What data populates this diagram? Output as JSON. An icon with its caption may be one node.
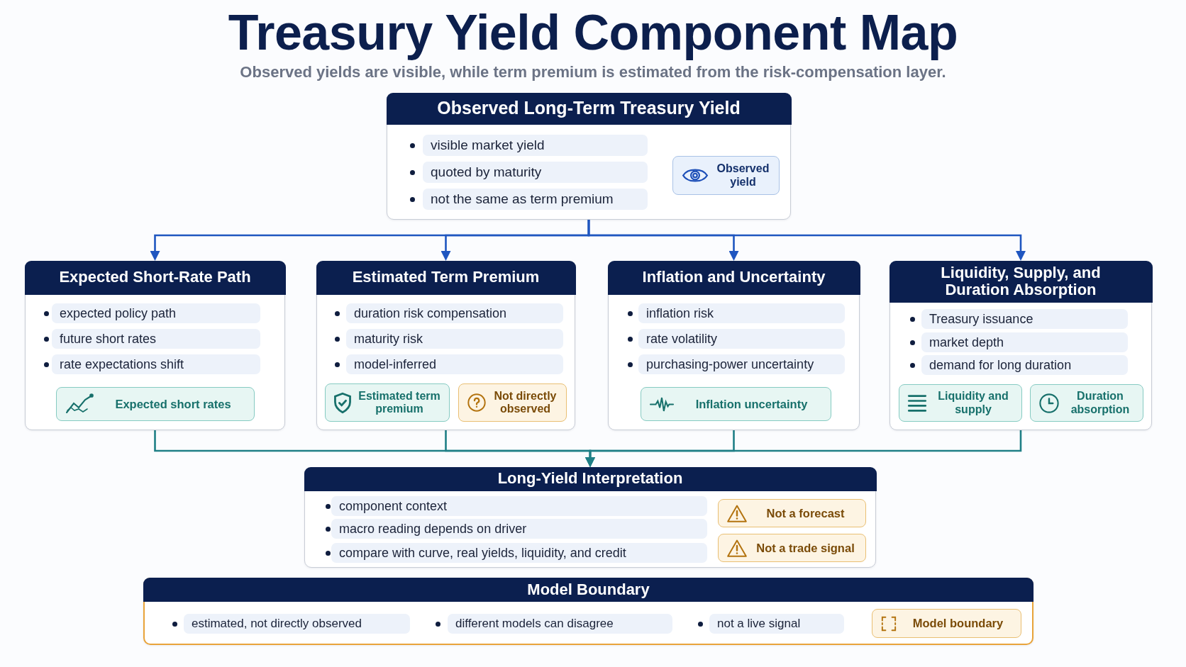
{
  "diagram": {
    "title": "Treasury Yield Component Map",
    "nodes": [
      {
        "text": [
          "Observed Long-Term Treasury Yield",
          "visible market yield",
          "quoted by maturity",
          "not the same as term premium"
        ]
      },
      {
        "text": [
          "Observed yield"
        ],
        "in": 0
      },
      {
        "text": [
          "Expected Short-Rate Path",
          "expected policy path",
          "future short rates",
          "rate expectations shift"
        ]
      },
      {
        "text": [
          "Expected short rates"
        ],
        "in": 2
      },
      {
        "text": [
          "Estimated Term Premium",
          "duration risk compensation",
          "maturity risk",
          "model-inferred"
        ]
      },
      {
        "text": [
          "Estimated term premium"
        ],
        "in": 4
      },
      {
        "text": [
          "Not directly observed"
        ],
        "in": 4
      },
      {
        "text": [
          "Inflation and Uncertainty",
          "inflation risk",
          "rate volatility",
          "purchasing-power uncertainty"
        ]
      },
      {
        "text": [
          "Inflation uncertainty"
        ],
        "in": 7
      },
      {
        "text": [
          "Liquidity, Supply, and Duration Absorption",
          "Treasury issuance",
          "market depth",
          "demand for long duration"
        ]
      },
      {
        "text": [
          "Liquidity and supply"
        ],
        "in": 9
      },
      {
        "text": [
          "Duration absorption"
        ],
        "in": 9
      },
      {
        "text": [
          "Long-Yield Interpretation",
          "component context",
          "macro reading depends on driver",
          "compare with curve, real yields, liquidity, and credit"
        ]
      },
      {
        "text": [
          "Not a forecast"
        ],
        "in": 12
      },
      {
        "text": [
          "Not a trade signal"
        ],
        "in": 12
      },
      {
        "text": [
          "Model Boundary",
          "estimated, not directly observed",
          "different models can disagree",
          "not a live signal"
        ]
      },
      {
        "text": [
          "Model boundary"
        ],
        "in": 15
      }
    ],
    "edges": [
      {
        "from": 0,
        "to": 2,
        "arrow": "to"
      },
      {
        "from": 0,
        "to": 4,
        "arrow": "to"
      },
      {
        "from": 0,
        "to": 7,
        "arrow": "to"
      },
      {
        "from": 0,
        "to": 9,
        "arrow": "to"
      },
      {
        "from": 2,
        "to": 12,
        "arrow": "to",
        "color": "#1f7f86"
      },
      {
        "from": 4,
        "to": 12,
        "arrow": "to",
        "color": "#1f7f86"
      },
      {
        "from": 7,
        "to": 12,
        "arrow": "to",
        "color": "#1f7f86"
      },
      {
        "from": 9,
        "to": 12,
        "arrow": "to",
        "color": "#1f7f86"
      }
    ],
    "labels": [
      "Observed yields are visible, while term premium is estimated from the risk-compensation layer."
    ]
  }
}
